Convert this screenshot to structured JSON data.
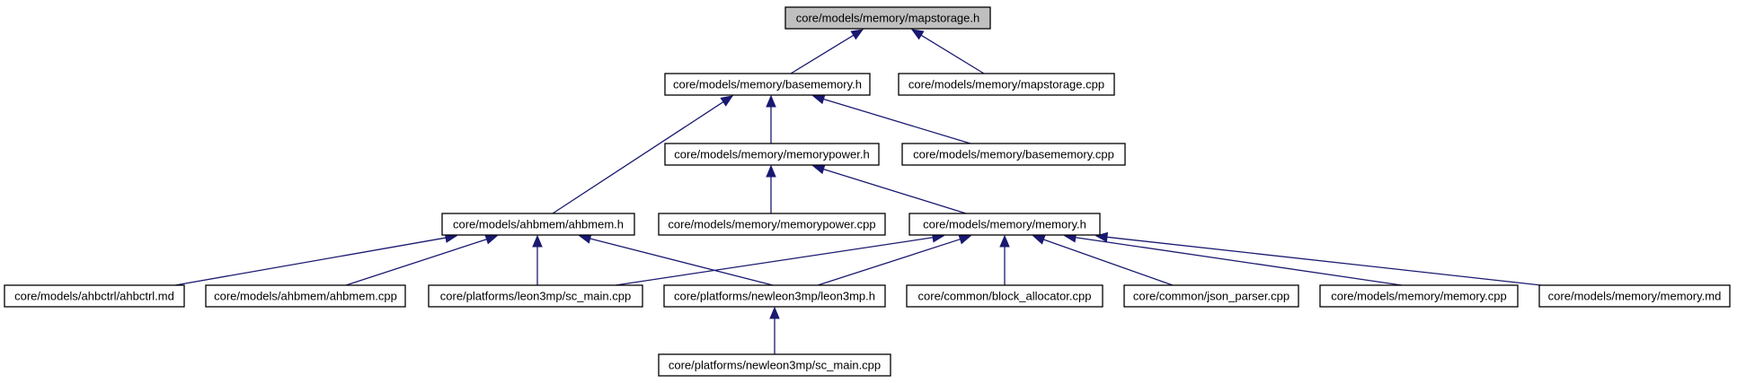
{
  "graph": {
    "root": "core/models/memory/mapstorage.h",
    "colors": {
      "edge": "#191970",
      "root_fill": "#bfbfbf",
      "node_fill": "#ffffff",
      "node_border": "#000000"
    },
    "nodes": [
      {
        "id": "mapstorage_h",
        "label": "core/models/memory/mapstorage.h"
      },
      {
        "id": "basememory_h",
        "label": "core/models/memory/basememory.h"
      },
      {
        "id": "mapstorage_cpp",
        "label": "core/models/memory/mapstorage.cpp"
      },
      {
        "id": "memorypower_h",
        "label": "core/models/memory/memorypower.h"
      },
      {
        "id": "basememory_cpp",
        "label": "core/models/memory/basememory.cpp"
      },
      {
        "id": "ahbmem_h",
        "label": "core/models/ahbmem/ahbmem.h"
      },
      {
        "id": "memorypower_cpp",
        "label": "core/models/memory/memorypower.cpp"
      },
      {
        "id": "memory_h",
        "label": "core/models/memory/memory.h"
      },
      {
        "id": "ahbctrl_md",
        "label": "core/models/ahbctrl/ahbctrl.md"
      },
      {
        "id": "ahbmem_cpp",
        "label": "core/models/ahbmem/ahbmem.cpp"
      },
      {
        "id": "leon3mp_sc_main",
        "label": "core/platforms/leon3mp/sc_main.cpp"
      },
      {
        "id": "newleon3mp_h",
        "label": "core/platforms/newleon3mp/leon3mp.h"
      },
      {
        "id": "block_allocator",
        "label": "core/common/block_allocator.cpp"
      },
      {
        "id": "json_parser",
        "label": "core/common/json_parser.cpp"
      },
      {
        "id": "memory_cpp",
        "label": "core/models/memory/memory.cpp"
      },
      {
        "id": "memory_md",
        "label": "core/models/memory/memory.md"
      },
      {
        "id": "newleon3mp_sc_main",
        "label": "core/platforms/newleon3mp/sc_main.cpp"
      }
    ],
    "edges": [
      {
        "from": "basememory_h",
        "to": "mapstorage_h"
      },
      {
        "from": "mapstorage_cpp",
        "to": "mapstorage_h"
      },
      {
        "from": "ahbmem_h",
        "to": "basememory_h"
      },
      {
        "from": "memorypower_h",
        "to": "basememory_h"
      },
      {
        "from": "basememory_cpp",
        "to": "basememory_h"
      },
      {
        "from": "memorypower_cpp",
        "to": "memorypower_h"
      },
      {
        "from": "memory_h",
        "to": "memorypower_h"
      },
      {
        "from": "ahbctrl_md",
        "to": "ahbmem_h"
      },
      {
        "from": "ahbmem_cpp",
        "to": "ahbmem_h"
      },
      {
        "from": "leon3mp_sc_main",
        "to": "ahbmem_h"
      },
      {
        "from": "newleon3mp_h",
        "to": "ahbmem_h"
      },
      {
        "from": "leon3mp_sc_main",
        "to": "memory_h"
      },
      {
        "from": "newleon3mp_h",
        "to": "memory_h"
      },
      {
        "from": "block_allocator",
        "to": "memory_h"
      },
      {
        "from": "json_parser",
        "to": "memory_h"
      },
      {
        "from": "memory_cpp",
        "to": "memory_h"
      },
      {
        "from": "memory_md",
        "to": "memory_h"
      },
      {
        "from": "newleon3mp_sc_main",
        "to": "newleon3mp_h"
      }
    ]
  }
}
